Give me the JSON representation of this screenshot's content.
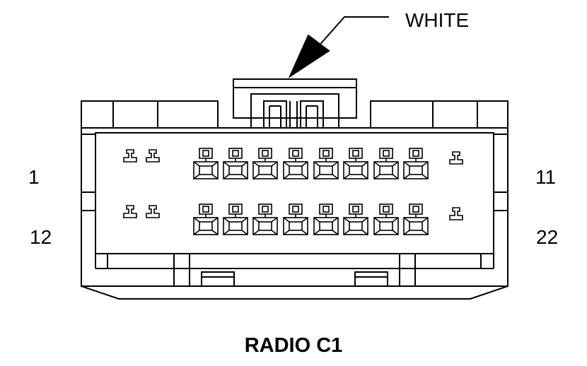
{
  "connector": {
    "name": "RADIO C1",
    "color": "WHITE"
  },
  "pin_labels": {
    "top_left": "1",
    "top_right": "11",
    "bottom_left": "12",
    "bottom_right": "22"
  }
}
